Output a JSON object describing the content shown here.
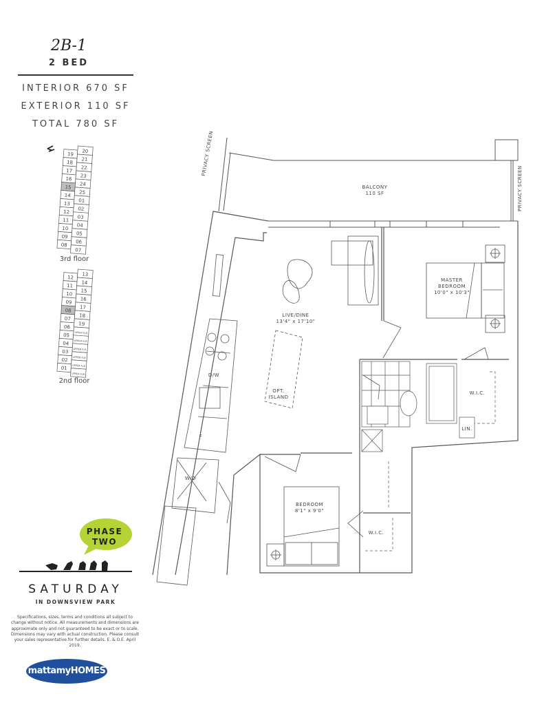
{
  "unit": {
    "code": "2B-1",
    "type": "2 BED",
    "interior": "INTERIOR 670 SF",
    "exterior": "EXTERIOR 110 SF",
    "total": "TOTAL 780 SF"
  },
  "key_plans": [
    {
      "label": "3rd floor",
      "highlighted": "15",
      "left_units": [
        "19",
        "18",
        "17",
        "16",
        "15",
        "14",
        "13",
        "12",
        "11",
        "10",
        "09",
        "08"
      ],
      "right_units": [
        "20",
        "21",
        "22",
        "23",
        "24",
        "25",
        "01",
        "02",
        "03",
        "04",
        "05",
        "06",
        "07"
      ]
    },
    {
      "label": "2nd floor",
      "highlighted": "08",
      "left_units": [
        "12",
        "11",
        "10",
        "09",
        "08",
        "07",
        "06",
        "05",
        "04",
        "03",
        "02",
        "01"
      ],
      "right_units": [
        "13",
        "14",
        "15",
        "16",
        "17",
        "18",
        "19",
        "UPPER FLR",
        "UPPER FLR",
        "UPPER FLR",
        "UPPER FLR",
        "UPPER FLR",
        "UPPER FLR"
      ]
    }
  ],
  "plan": {
    "balcony": "BALCONY",
    "balcony_area": "110 SF",
    "privacy_screen_left": "PRIVACY SCREEN",
    "privacy_screen_right": "PRIVACY SCREEN",
    "live_dine": "LIVE/DINE",
    "live_dine_dims": "13'4\" x 17'10\"",
    "master_bedroom": "MASTER BEDROOM",
    "master_dims": "10'0\" x 10'3\"",
    "bedroom": "BEDROOM",
    "bedroom_dims": "8'1\" x 9'0\"",
    "wic_master": "W.I.C.",
    "wic_bedroom": "W.I.C.",
    "linen": "LIN.",
    "dishwasher": "D/W",
    "fridge": "F",
    "washer_dryer": "W/D",
    "island": "OPT. ISLAND"
  },
  "branding": {
    "phase": "PHASE TWO",
    "project": "SATURDAY",
    "project_sub": "IN DOWNSVIEW PARK",
    "disclaimer": "Specifications, sizes, terms and conditions all subject to change without notice. All measurements and dimensions are approximate only and not guaranteed to be exact or to scale. Dimensions may vary with actual construction. Please consult your sales representative for further details. E. & O.E. April 2019.",
    "builder_logo": "mattamyHOMES"
  },
  "colors": {
    "phase_bubble": "#b5d334",
    "logo_blue": "#1f4f9d",
    "key_highlight": "#bdbdbd"
  }
}
